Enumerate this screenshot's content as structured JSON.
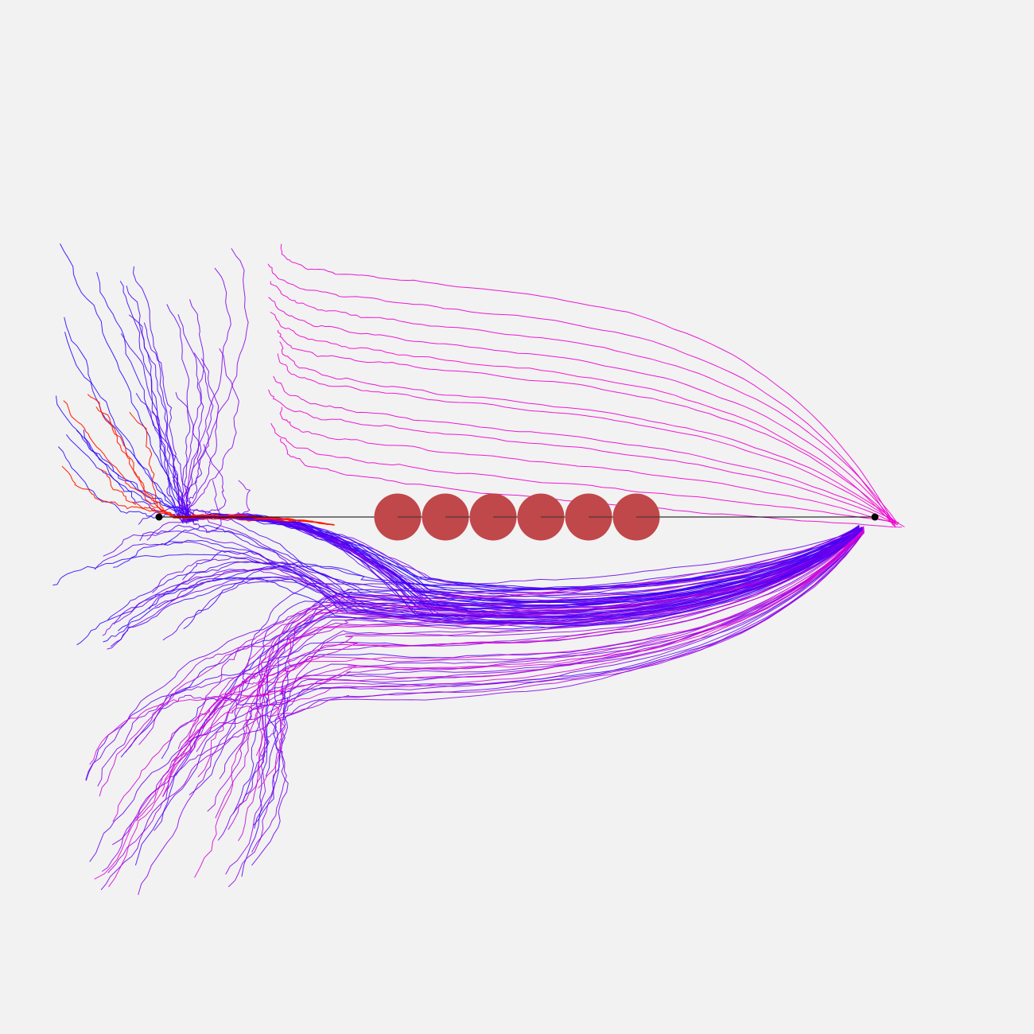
{
  "scene": {
    "background": "#f2f2f2",
    "obstacle_color": "#c0474a",
    "baseline_color": "#000000",
    "endpoint_color": "#000000",
    "trajectory_color_start": "#1a00ff",
    "trajectory_color_end": "#ff00cc",
    "failed_trajectory_color": "#ff1a00",
    "obstacle_count": 6,
    "endpoints": [
      "start",
      "goal"
    ]
  }
}
